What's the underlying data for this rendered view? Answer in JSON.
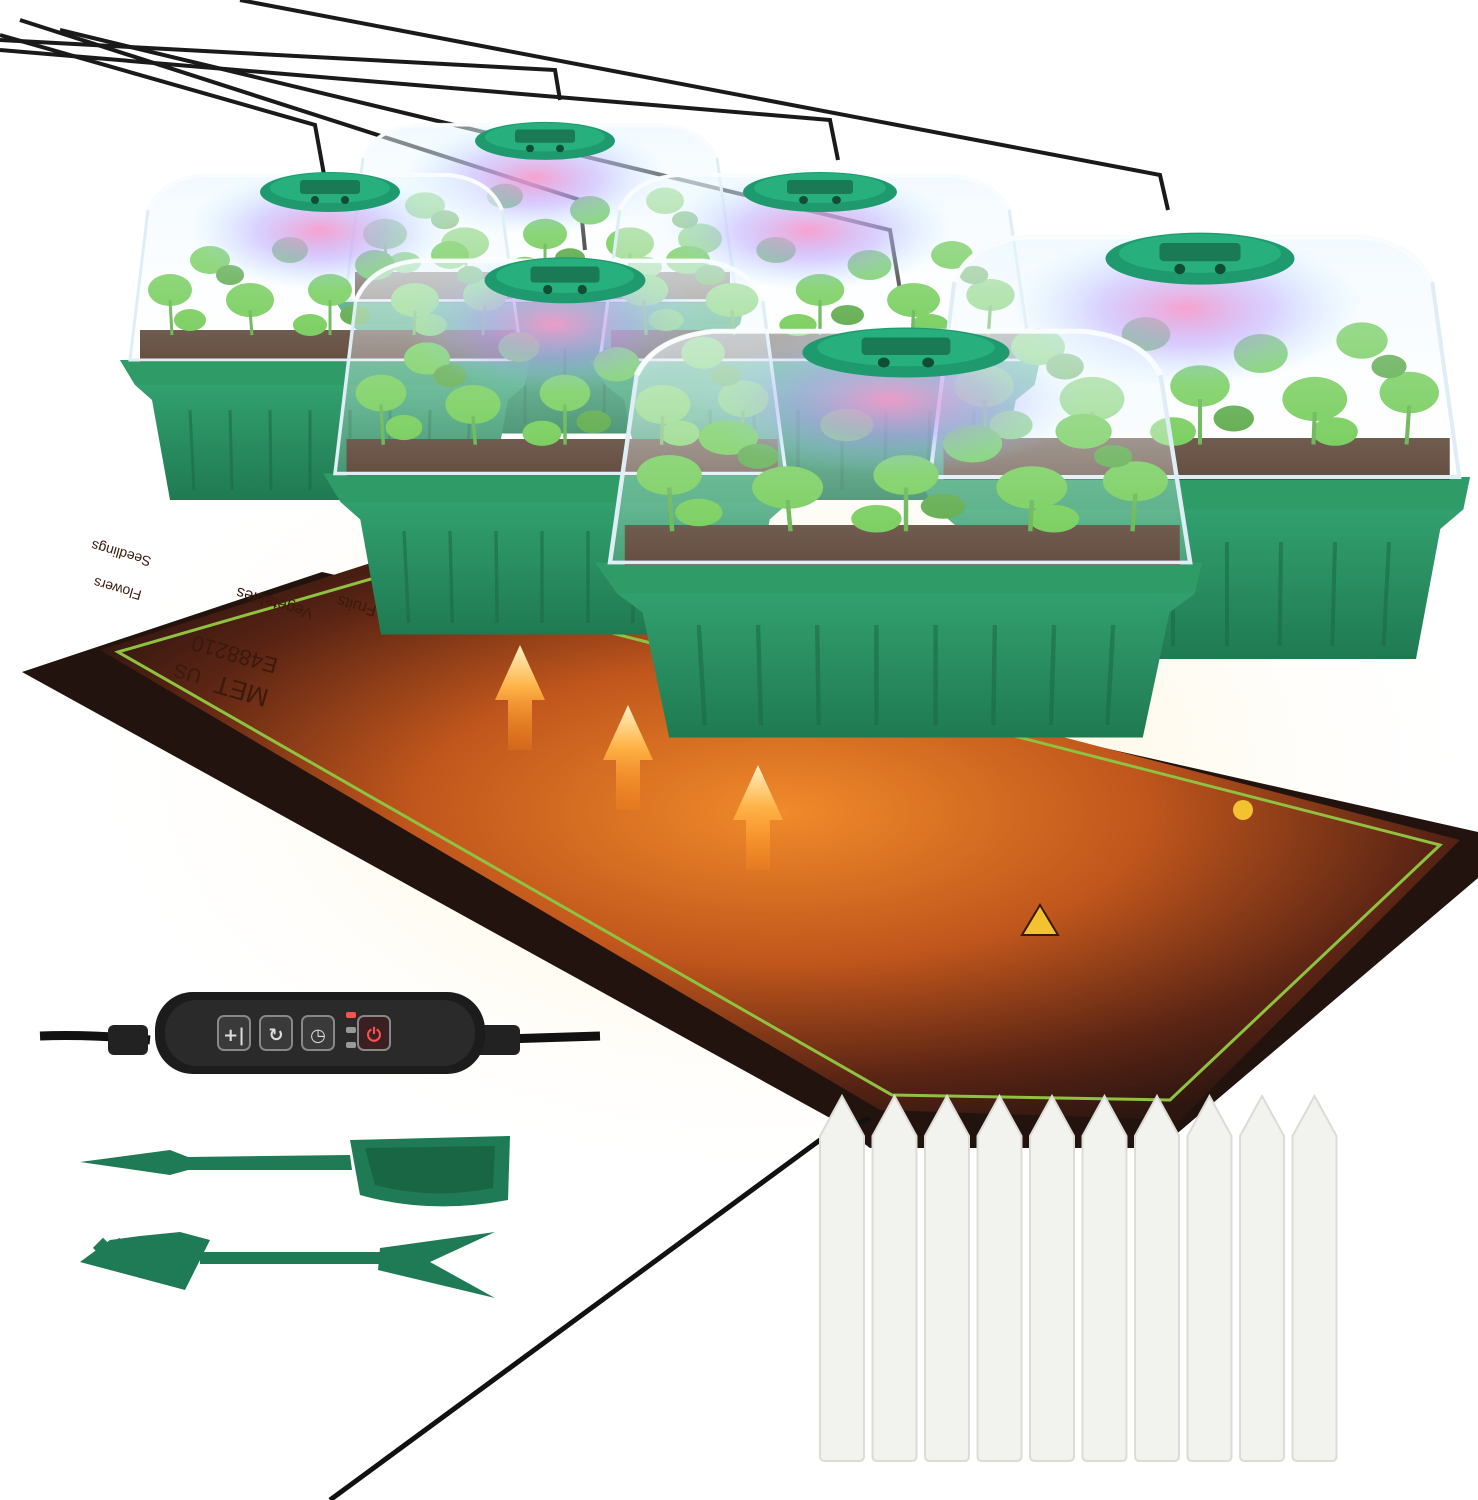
{
  "product": {
    "tray_count": 6,
    "label_stake_count": 10
  },
  "heat_mat": {
    "brand_text": "MET",
    "cert_text": "US",
    "model_text": "E488210",
    "category_text": "Vegetables",
    "category_text_2": "Fruits",
    "category_text_3": "Flowers",
    "category_text_4": "Seedlings",
    "mat_color": "#2a1812",
    "glow_color": "#e8741a",
    "border_color": "#8fc241"
  },
  "controller": {
    "buttons": [
      {
        "icon": "plus-minus-icon",
        "glyph": "+|"
      },
      {
        "icon": "cycle-icon",
        "glyph": "↻"
      },
      {
        "icon": "timer-icon",
        "glyph": "◷"
      },
      {
        "icon": "power-icon",
        "glyph": "⏻"
      }
    ],
    "indicator_count": 3
  },
  "colors": {
    "tray_green": "#2e9a6a",
    "tray_green_dark": "#1f7a52",
    "plant_green": "#5cc43a",
    "heat_arrow": "#ffb347",
    "tool_green": "#1f7a56",
    "stake_white": "#f2f2ee"
  }
}
